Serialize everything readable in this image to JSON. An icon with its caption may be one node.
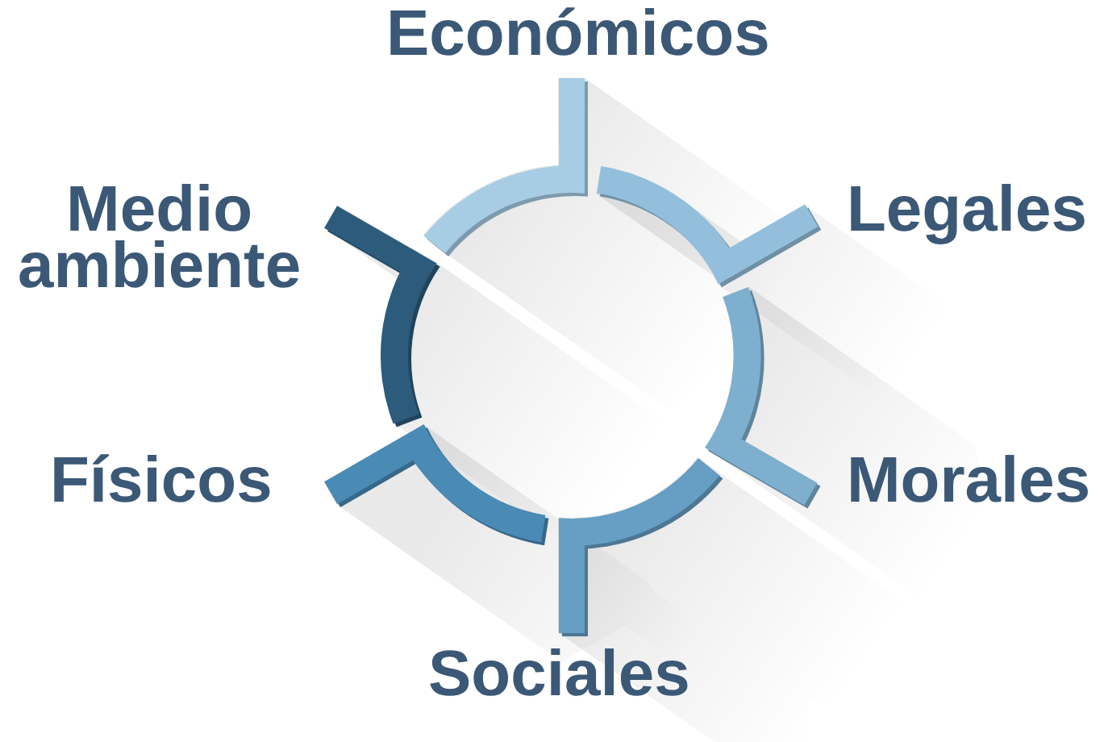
{
  "diagram": {
    "nodes": [
      {
        "text": [
          "Económicos"
        ]
      },
      {
        "text": [
          "Legales"
        ]
      },
      {
        "text": [
          "Morales"
        ]
      },
      {
        "text": [
          "Sociales"
        ]
      },
      {
        "text": [
          "Físicos"
        ]
      },
      {
        "text": [
          "Medio ambiente"
        ]
      }
    ]
  }
}
